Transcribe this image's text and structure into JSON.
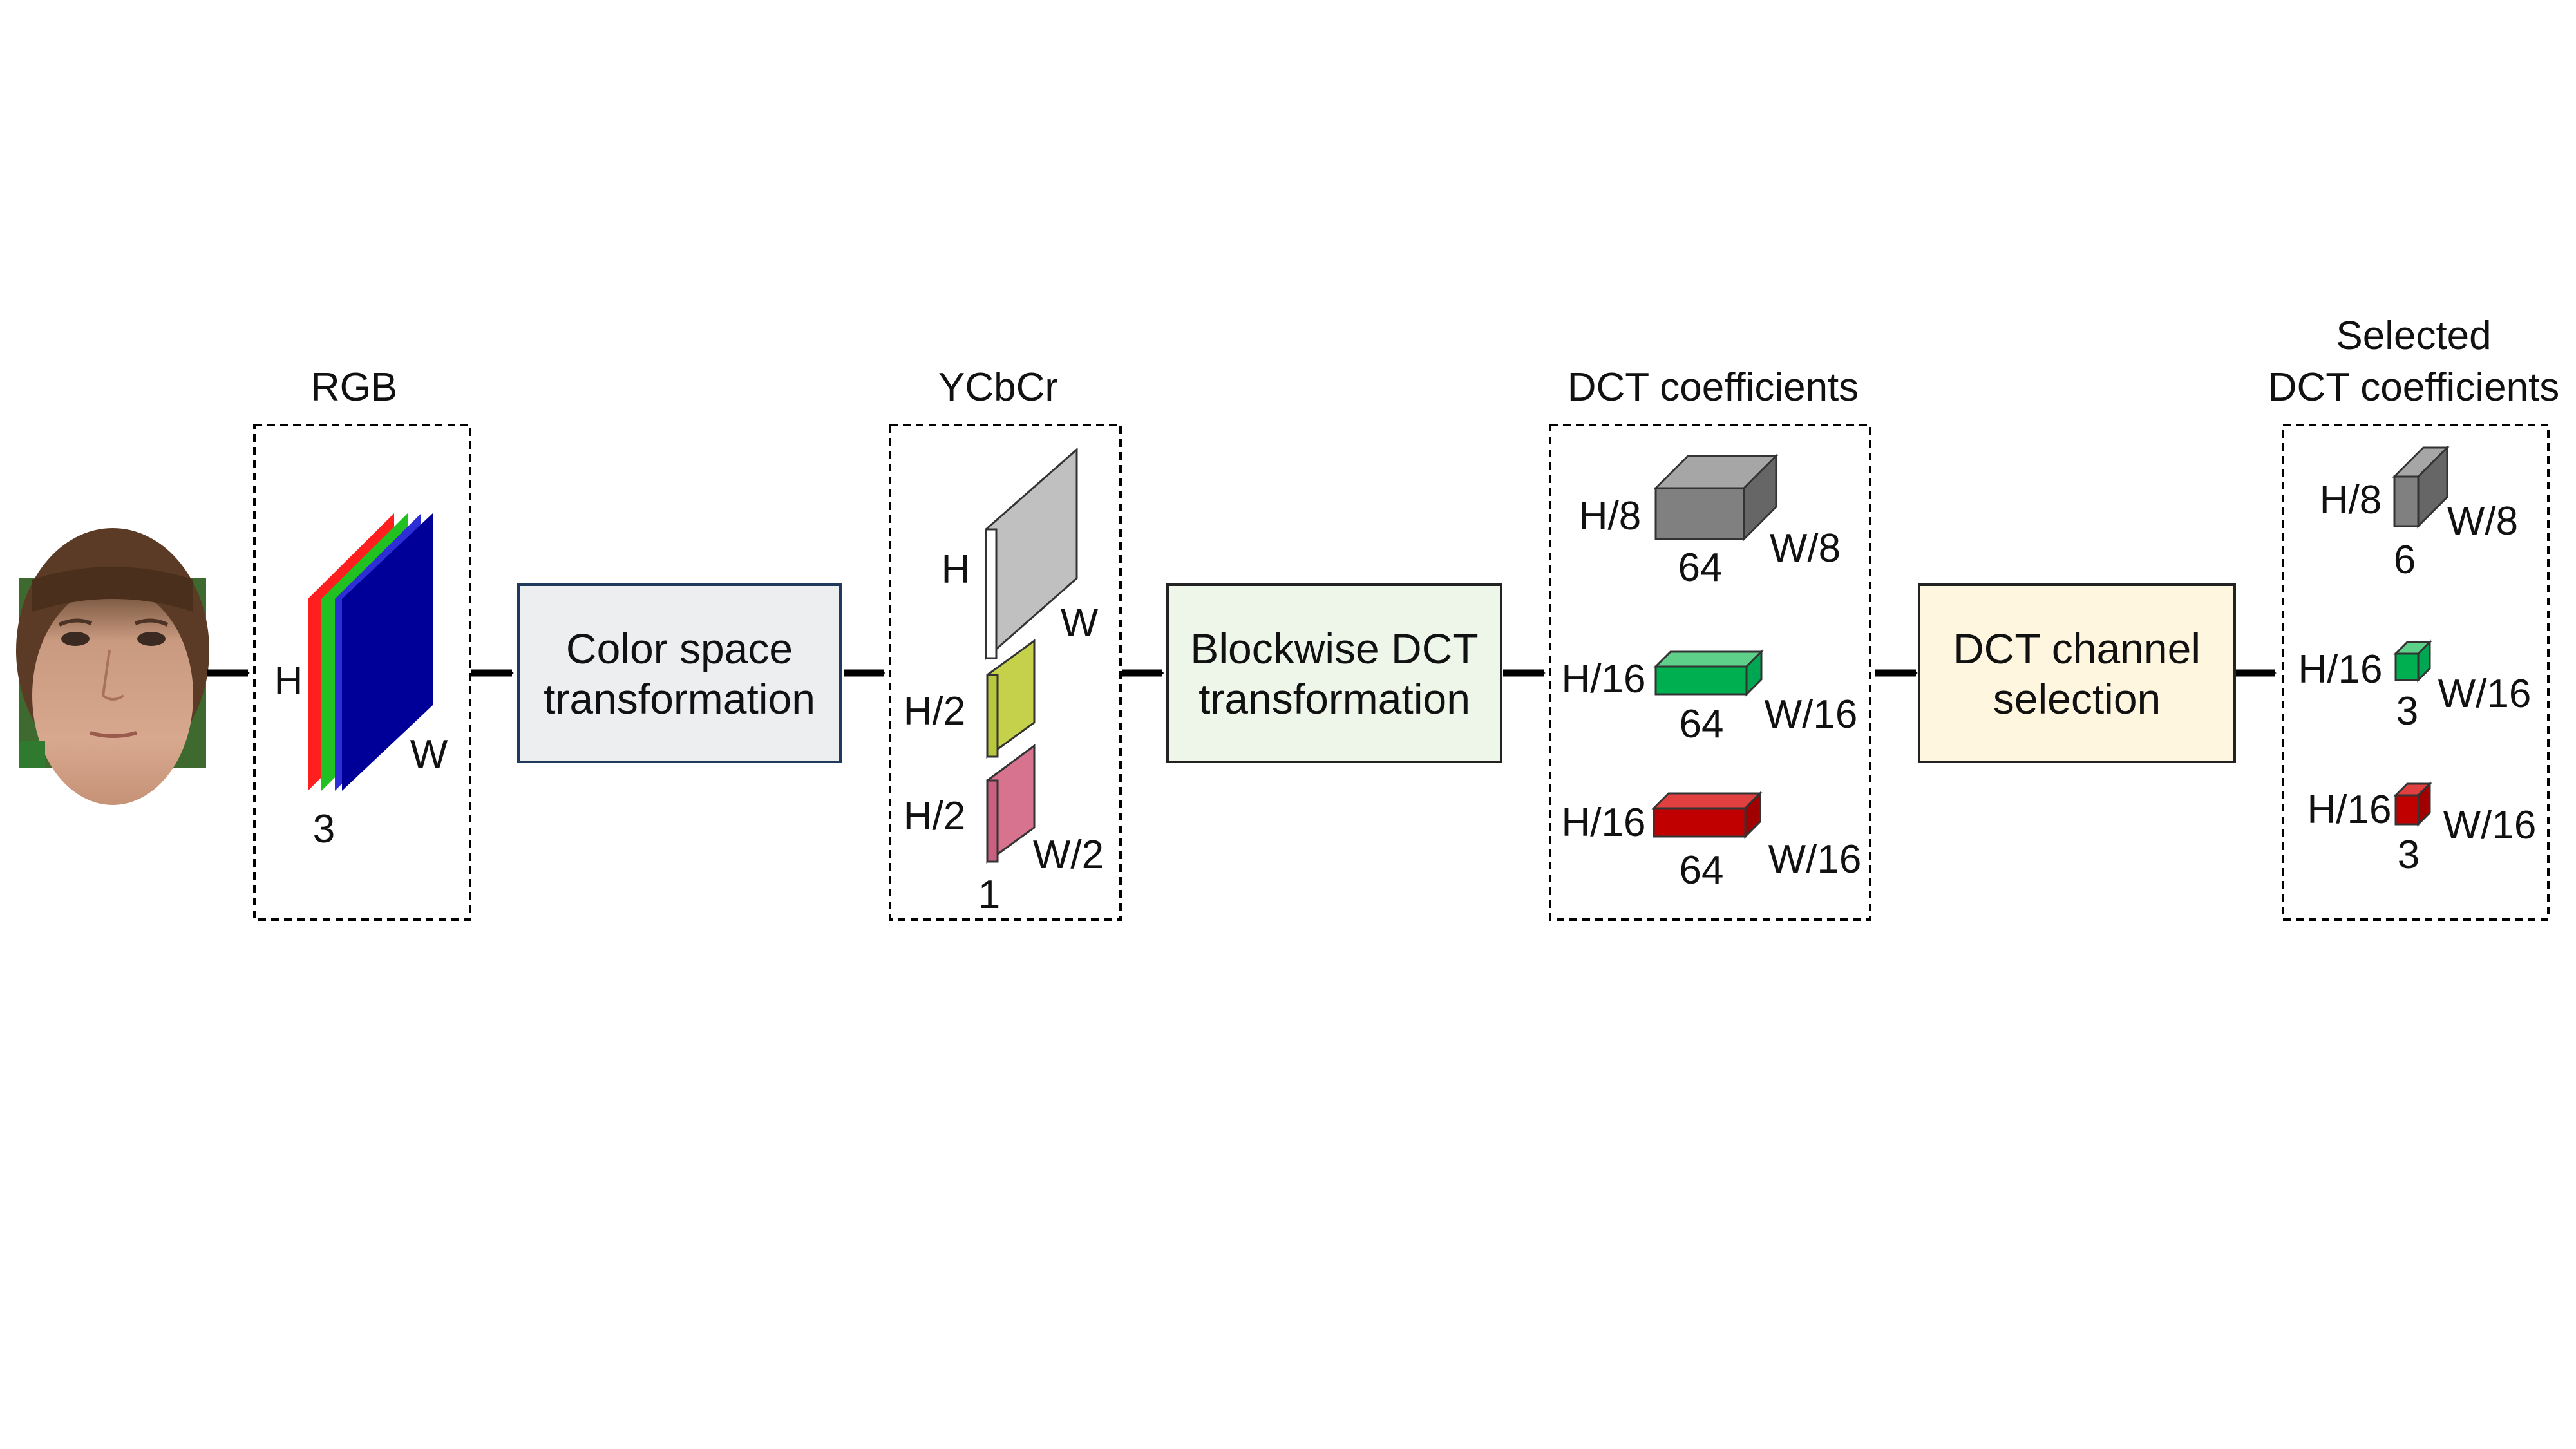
{
  "colors": {
    "red": "#ff1f1f",
    "green": "#21c121",
    "blue": "#000099",
    "gray": "#7f7f7f",
    "olive": "#b8c73c",
    "pink": "#c9607f",
    "dct_green": "#00a651",
    "dct_red": "#c00000",
    "box_color_space": "#eceef0",
    "box_blockwise": "#edf6e8",
    "box_channel": "#fff6df"
  },
  "input": {
    "description_icon": "face-photo-icon"
  },
  "rgb": {
    "title": "RGB",
    "h": "H",
    "w": "W",
    "c": "3"
  },
  "step1": {
    "line1": "Color space",
    "line2": "transformation"
  },
  "ycbcr": {
    "title": "YCbCr",
    "y_h": "H",
    "y_w": "W",
    "cb_h": "H/2",
    "cr_h": "H/2",
    "cr_w": "W/2",
    "c": "1"
  },
  "step2": {
    "line1": "Blockwise DCT",
    "line2": "transformation"
  },
  "dct": {
    "title": "DCT coefficients",
    "b1": {
      "h": "H/8",
      "c": "64",
      "w": "W/8"
    },
    "b2": {
      "h": "H/16",
      "c": "64",
      "w": "W/16"
    },
    "b3": {
      "h": "H/16",
      "c": "64",
      "w": "W/16"
    }
  },
  "step3": {
    "line1": "DCT channel",
    "line2": "selection"
  },
  "selected": {
    "title1": "Selected",
    "title2": "DCT coefficients",
    "b1": {
      "h": "H/8",
      "c": "6",
      "w": "W/8"
    },
    "b2": {
      "h": "H/16",
      "c": "3",
      "w": "W/16"
    },
    "b3": {
      "h": "H/16",
      "c": "3",
      "w": "W/16"
    }
  }
}
